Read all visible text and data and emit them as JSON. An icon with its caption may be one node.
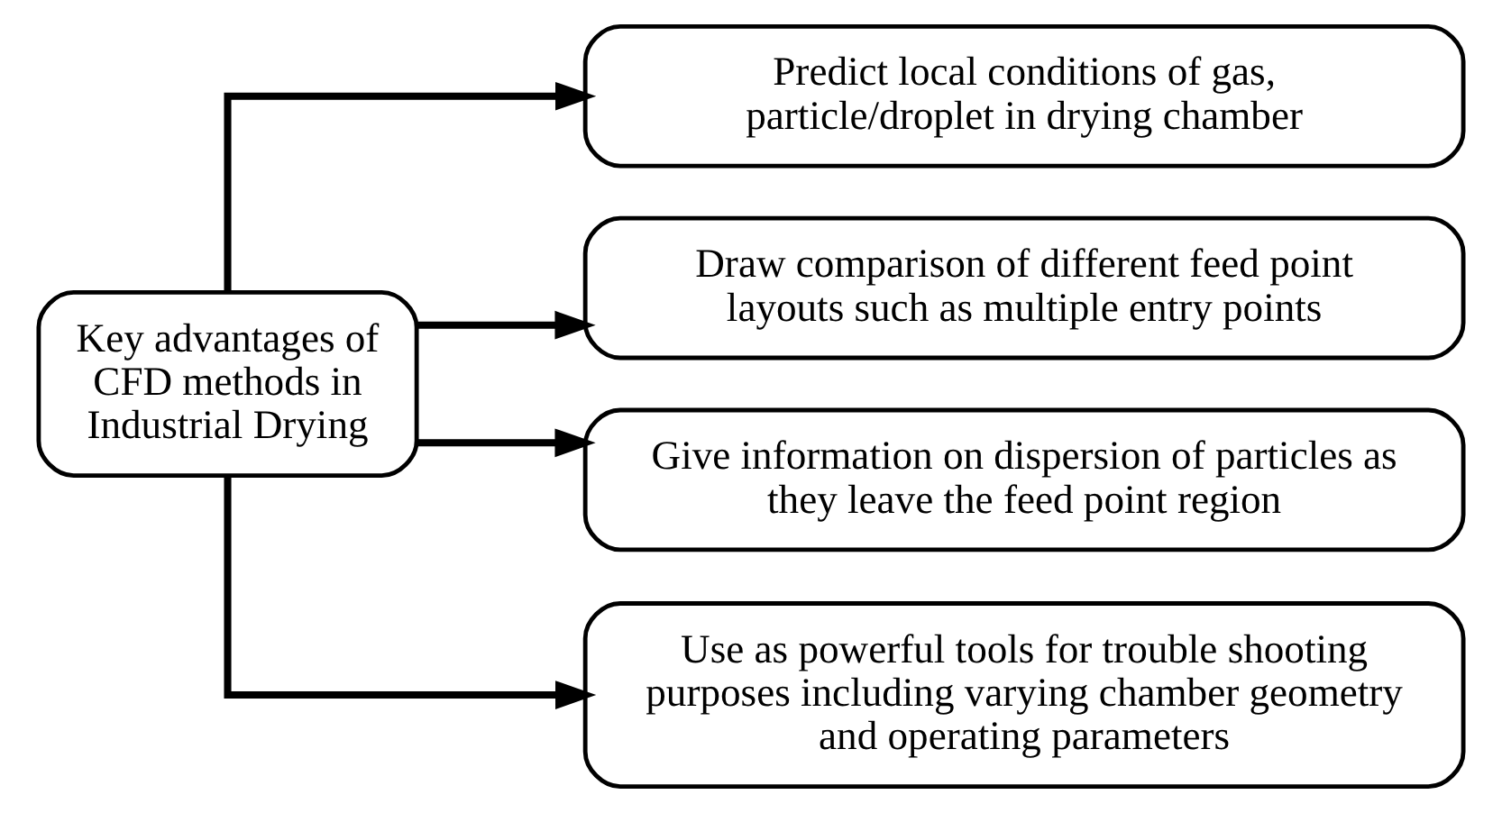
{
  "diagram": {
    "nodes": [
      {
        "text": [
          "Key advantages of CFD methods in Industrial Drying"
        ]
      },
      {
        "text": [
          "Predict local conditions of gas, particle/droplet in drying chamber"
        ]
      },
      {
        "text": [
          "Draw comparison of different feed point layouts such as multiple entry points"
        ]
      },
      {
        "text": [
          "Give information on dispersion of particles as they leave the feed point region"
        ]
      },
      {
        "text": [
          "Use as powerful tools for trouble shooting purposes including varying chamber geometry and operating parameters"
        ]
      }
    ],
    "edges": [
      {
        "from": 0,
        "to": 1,
        "arrow": "to"
      },
      {
        "from": 0,
        "to": 2,
        "arrow": "to"
      },
      {
        "from": 0,
        "to": 3,
        "arrow": "to"
      },
      {
        "from": 0,
        "to": 4,
        "arrow": "to"
      }
    ]
  }
}
